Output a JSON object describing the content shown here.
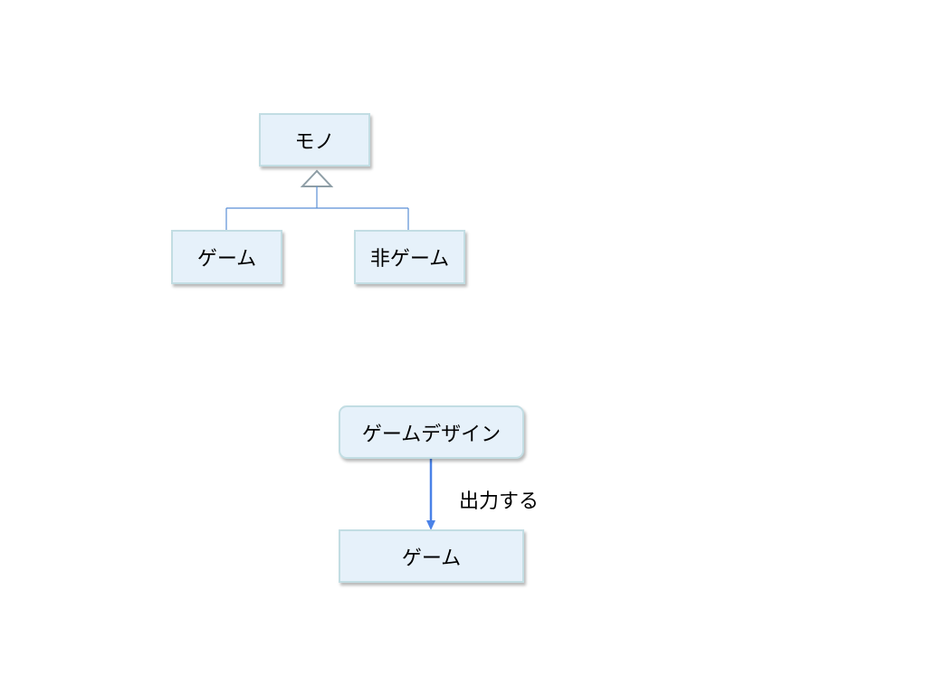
{
  "hierarchy": {
    "parent": {
      "label": "モノ"
    },
    "children": [
      {
        "label": "ゲーム"
      },
      {
        "label": "非ゲーム"
      }
    ]
  },
  "flow": {
    "source": {
      "label": "ゲームデザイン"
    },
    "target": {
      "label": "ゲーム"
    },
    "edge_label": "出力する"
  },
  "colors": {
    "box_fill": "#e6f1fa",
    "box_border": "#c2dde3",
    "tree_line": "#5a8fd6",
    "triangle_stroke": "#8e9ea6",
    "arrow": "#4a82e8"
  }
}
